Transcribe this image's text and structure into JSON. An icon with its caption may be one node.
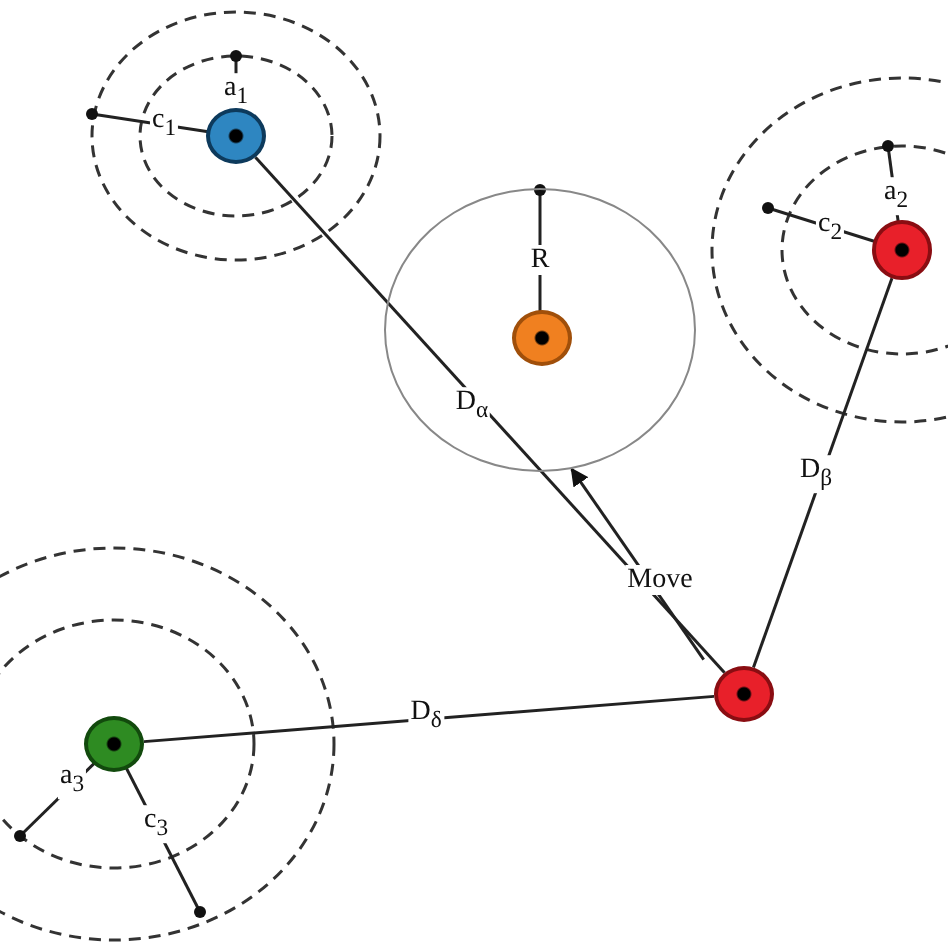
{
  "diagram": {
    "nodes": [
      {
        "text": [],
        "shape": "circle"
      },
      {
        "text": [],
        "shape": "circle"
      },
      {
        "text": [],
        "shape": "circle",
        "in": 1
      },
      {
        "text": [],
        "shape": "circle"
      },
      {
        "text": [],
        "shape": "circle"
      },
      {
        "text": [],
        "shape": "circle"
      }
    ],
    "edges": [
      {
        "from": 5,
        "to": 0,
        "arrow": "none",
        "label": "D$_{α}$"
      },
      {
        "from": 5,
        "to": 3,
        "arrow": "none",
        "label": "D$_{β}$"
      },
      {
        "from": 5,
        "to": 4,
        "arrow": "none",
        "label": "D$_{δ}$"
      },
      {
        "from": 5,
        "to": 1,
        "arrow": "to",
        "label": "Move"
      }
    ],
    "labels": [
      "a$_{1}$",
      "c$_{1}$",
      "R",
      "a$_{2}$",
      "c$_{2}$",
      "a$_{3}$",
      "c$_{3}$"
    ]
  }
}
